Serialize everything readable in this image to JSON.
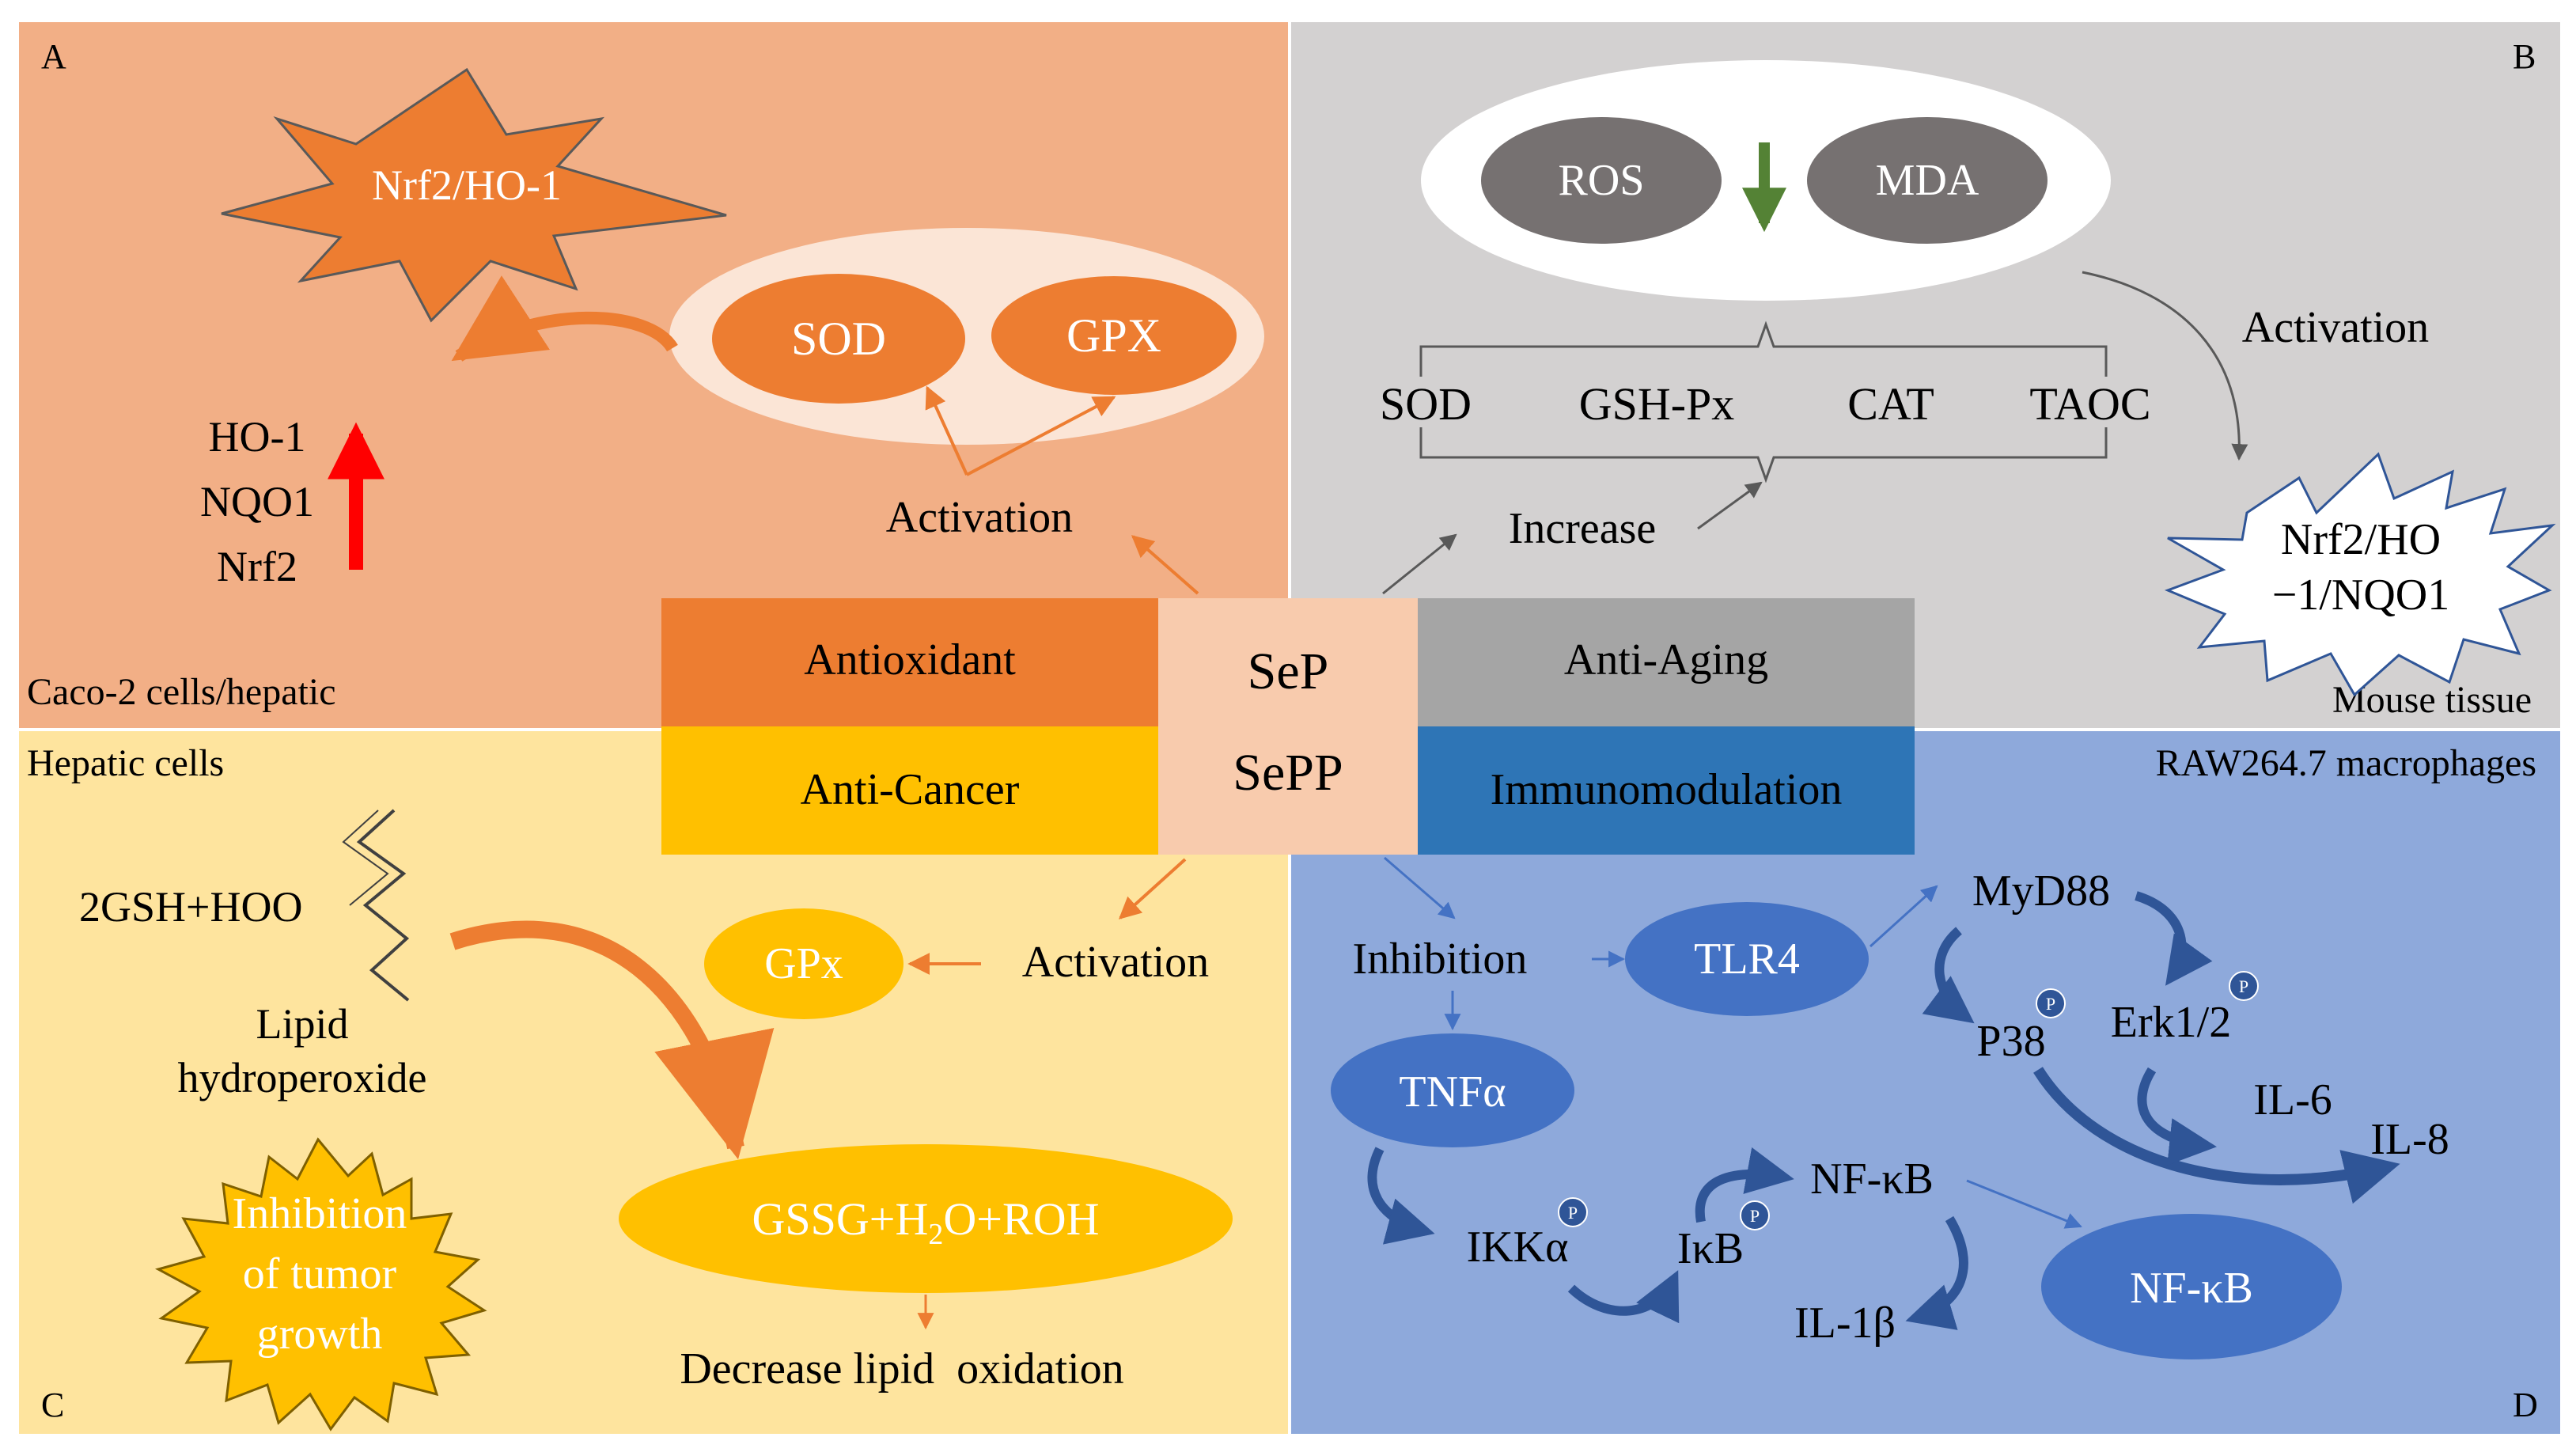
{
  "colors": {
    "panel_a": "#F2AF86",
    "panel_b": "#D3D1D1",
    "panel_c": "#FEE49E",
    "panel_d": "#8EA9DB",
    "antioxidant": "#ED7D31",
    "anti_cancer": "#FFC000",
    "anti_aging": "#A5A5A5",
    "immuno": "#2E75B6",
    "center": "#F8CBAD",
    "orange_shape": "#ED7D31",
    "yellow_shape": "#FFC000",
    "blue_shape": "#4472C4",
    "dark_gray": "#767171",
    "red_arrow": "#FF0000",
    "green_arrow": "#548235"
  },
  "panels": {
    "a": {
      "letter": "A",
      "caption": "Caco-2 cells/hepatic"
    },
    "b": {
      "letter": "B",
      "caption": "Mouse tissue"
    },
    "c": {
      "letter": "C",
      "caption": "Hepatic cells"
    },
    "d": {
      "letter": "D",
      "caption": "RAW264.7 macrophages"
    }
  },
  "center": {
    "sep": "SeP",
    "sepp": "SePP",
    "antioxidant": "Antioxidant",
    "anti_cancer": "Anti-Cancer",
    "anti_aging": "Anti-Aging",
    "immunomodulation": "Immunomodulation"
  },
  "panel_a": {
    "star_label": "Nrf2/HO-1",
    "sod": "SOD",
    "gpx": "GPX",
    "ho1": "HO-1",
    "nqo1": "NQO1",
    "nrf2": "Nrf2",
    "activation": "Activation"
  },
  "panel_b": {
    "ros": "ROS",
    "mda": "MDA",
    "enzymes": [
      "SOD",
      "GSH-Px",
      "CAT",
      "TAOC"
    ],
    "increase": "Increase",
    "activation": "Activation",
    "star_line1": "Nrf2/HO",
    "star_line2": "−1/NQO1"
  },
  "panel_c": {
    "reactants": "2GSH+HOO",
    "lipid_line1": "Lipid",
    "lipid_line2": "hydroperoxide",
    "gpx": "GPx",
    "activation": "Activation",
    "product_a": "GSSG+H",
    "product_sub": "2",
    "product_b": "O+ROH",
    "decrease": "Decrease lipid  oxidation",
    "burst_line1": "Inhibition",
    "burst_line2": "of tumor",
    "burst_line3": "growth"
  },
  "panel_d": {
    "inhibition": "Inhibition",
    "tlr4": "TLR4",
    "myd88": "MyD88",
    "p38": "P38",
    "erk": "Erk1/2",
    "il6": "IL-6",
    "il8": "IL-8",
    "tnfa": "TNFα",
    "ikka": "IKKα",
    "ikb": "IκB",
    "nfkb": "NF-κB",
    "nfkb_oval": "NF-κB",
    "il1b": "IL-1β",
    "p_badge": "P"
  }
}
